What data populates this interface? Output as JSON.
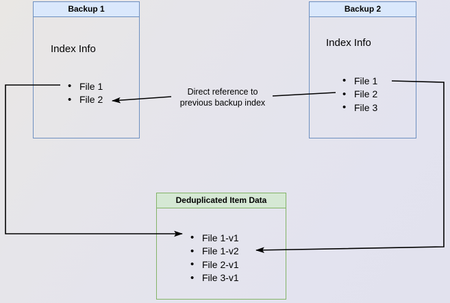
{
  "glyphs": {
    "bullet": "•"
  },
  "colors": {
    "blue_border": "#6c8ebf",
    "blue_header_fill": "#dae8fc",
    "green_border": "#82b366",
    "green_header_fill": "#d5e8d4",
    "connector": "#000000",
    "background_start": "#e9e7e4",
    "background_end": "#e2e2ee"
  },
  "backup1": {
    "title": "Backup 1",
    "index_label": "Index Info",
    "files": [
      "File 1",
      "File 2"
    ]
  },
  "backup2": {
    "title": "Backup 2",
    "index_label": "Index Info",
    "files": [
      "File 1",
      "File 2",
      "File 3"
    ]
  },
  "dedup_store": {
    "title": "Deduplicated Item Data",
    "files": [
      "File 1-v1",
      "File 1-v2",
      "File 2-v1",
      "File 3-v1"
    ]
  },
  "annotation": {
    "line1": "Direct reference to",
    "line2": "previous backup index"
  }
}
